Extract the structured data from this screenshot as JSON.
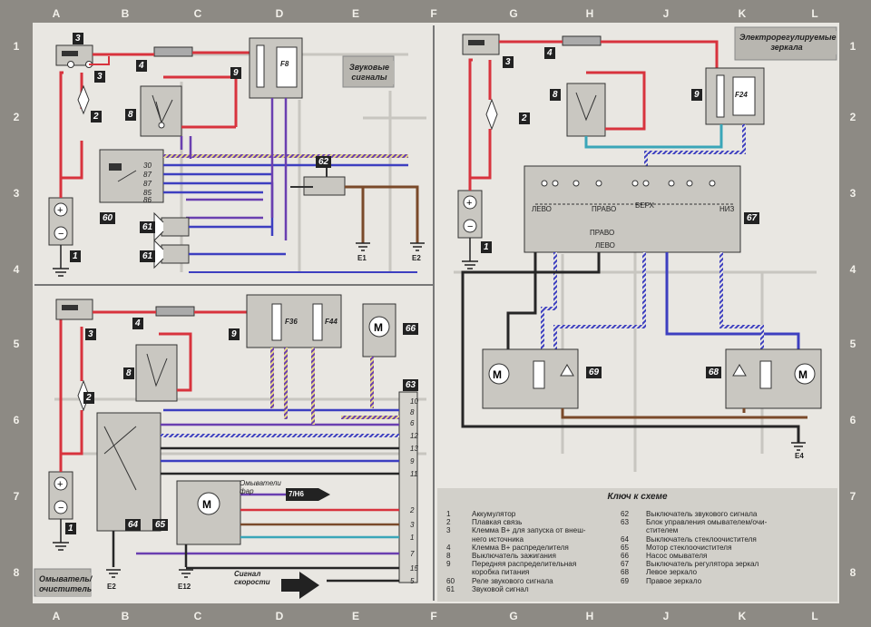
{
  "grid": {
    "columns": [
      "A",
      "B",
      "C",
      "D",
      "E",
      "F",
      "G",
      "H",
      "J",
      "K",
      "L"
    ],
    "rows": [
      "1",
      "2",
      "3",
      "4",
      "5",
      "6",
      "7",
      "8"
    ]
  },
  "panels": {
    "horn": {
      "title": "Звуковые сигналы"
    },
    "mirrors": {
      "title": "Электрорегулируемые зеркала"
    },
    "washer": {
      "title": "Омыватель/ очиститель"
    }
  },
  "component_tags": {
    "t1": "1",
    "t2": "2",
    "t3": "3",
    "t4": "4",
    "t8": "8",
    "t9": "9",
    "t60": "60",
    "t61": "61",
    "t62": "62",
    "t63": "63",
    "t64": "64",
    "t65": "65",
    "t66": "66",
    "t67": "67",
    "t68": "68",
    "t69": "69"
  },
  "fuses": {
    "f8": "F8",
    "f24": "F24",
    "f36": "F36",
    "f44": "F44"
  },
  "relay_pins": [
    "30",
    "87",
    "87",
    "85",
    "86"
  ],
  "connector_63_pins": [
    "10",
    "8",
    "6",
    "12",
    "13",
    "9",
    "11",
    "2",
    "3",
    "1",
    "7",
    "15",
    "5"
  ],
  "mirror_switch": {
    "left": "ЛЕВО",
    "right": "ПРАВО",
    "up": "ВЕРХ",
    "down": "НИЗ",
    "sel_right": "ПРАВО",
    "sel_left": "ЛЕВО"
  },
  "grounds": {
    "e1": "E1",
    "e2": "E2",
    "e2b": "E2",
    "e4": "E4",
    "e12": "E12"
  },
  "labels": {
    "headlamp_washers": "Омыватели фар",
    "headlamp_washers_ref": "7/H6",
    "speed_signal": "Сигнал скорости"
  },
  "legend": {
    "title": "Ключ к схеме",
    "items": [
      {
        "num": "1",
        "text": "Аккумулятор"
      },
      {
        "num": "2",
        "text": "Плавкая связь"
      },
      {
        "num": "3",
        "text": "Клемма В+ для запуска от внеш-"
      },
      {
        "num": "",
        "text": "него источника"
      },
      {
        "num": "4",
        "text": "Клемма В+ распределителя"
      },
      {
        "num": "8",
        "text": "Выключатель зажигания"
      },
      {
        "num": "9",
        "text": "Передняя распределительная"
      },
      {
        "num": "",
        "text": "коробка питания"
      },
      {
        "num": "60",
        "text": "Реле звукового сигнала"
      },
      {
        "num": "61",
        "text": "Звуковой сигнал"
      },
      {
        "num": "62",
        "text": "Выключатель звукового сигнала"
      },
      {
        "num": "63",
        "text": "Блок управления омывателем/очи-"
      },
      {
        "num": "",
        "text": "стителем"
      },
      {
        "num": "64",
        "text": "Выключатель стеклоочистителя"
      },
      {
        "num": "65",
        "text": "Мотор стеклоочистителя"
      },
      {
        "num": "66",
        "text": "Насос омывателя"
      },
      {
        "num": "67",
        "text": "Выключатель регулятора зеркал"
      },
      {
        "num": "68",
        "text": "Левое зеркало"
      },
      {
        "num": "69",
        "text": "Правое зеркало"
      }
    ]
  },
  "colors": {
    "frame": "#8d8a84",
    "paper": "#e9e7e2",
    "wire_red": "#d8333d",
    "wire_black": "#262626",
    "wire_blue": "#3d3fc0",
    "wire_purple": "#6a3fb0",
    "wire_brown": "#7a4a2a",
    "wire_cyan": "#3aa6b8",
    "box_grey": "#c9c7c1"
  }
}
